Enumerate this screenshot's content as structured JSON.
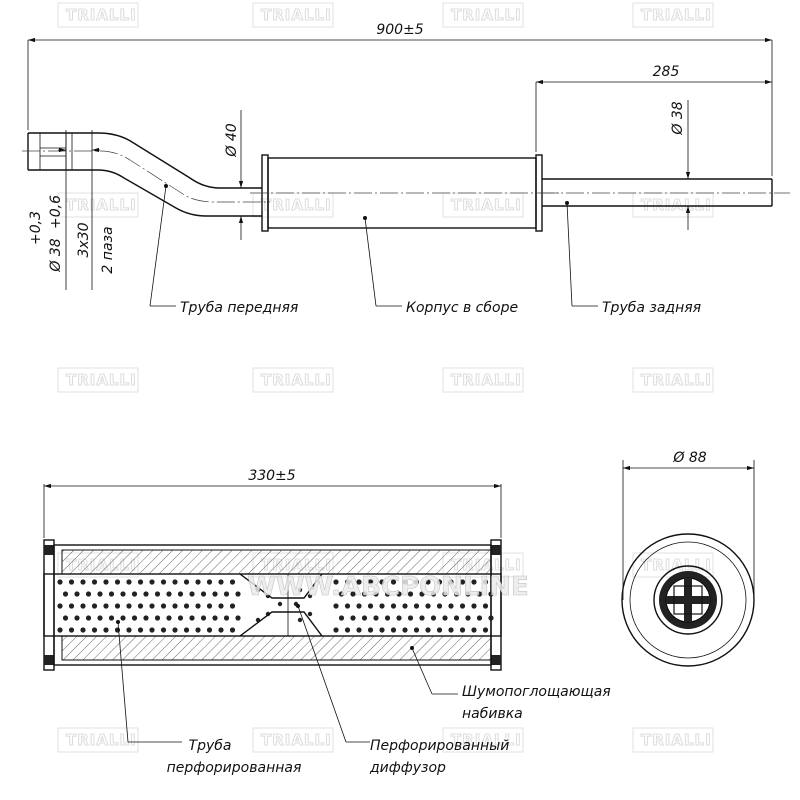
{
  "dimensions": {
    "overall_length": "900±5",
    "rear_length": "285",
    "front_diameter": "Ø 40",
    "rear_diameter": "Ø 38",
    "inlet_diameter": "Ø 38",
    "inlet_tolerance_upper": "+0,6",
    "inlet_tolerance_lower": "+0,3",
    "slot_size": "3x30",
    "slot_count": "2 паза",
    "body_length": "330±5",
    "body_diameter": "Ø 88"
  },
  "labels": {
    "front_pipe": "Труба передняя",
    "body_assembly": "Корпус в сборе",
    "rear_pipe": "Труба задняя",
    "packing_line1": "Шумопоглощающая",
    "packing_line2": "набивка",
    "perf_pipe_line1": "Труба",
    "perf_pipe_line2": "перфорированная",
    "diffuser_line1": "Перфорированный",
    "diffuser_line2": "диффузор"
  },
  "watermark": {
    "brand": "TRIALLI",
    "site": "WWW.ABCPONLINE"
  },
  "colors": {
    "line": "#111111",
    "hatch": "#555555",
    "watermark": "#dcdcdc"
  }
}
